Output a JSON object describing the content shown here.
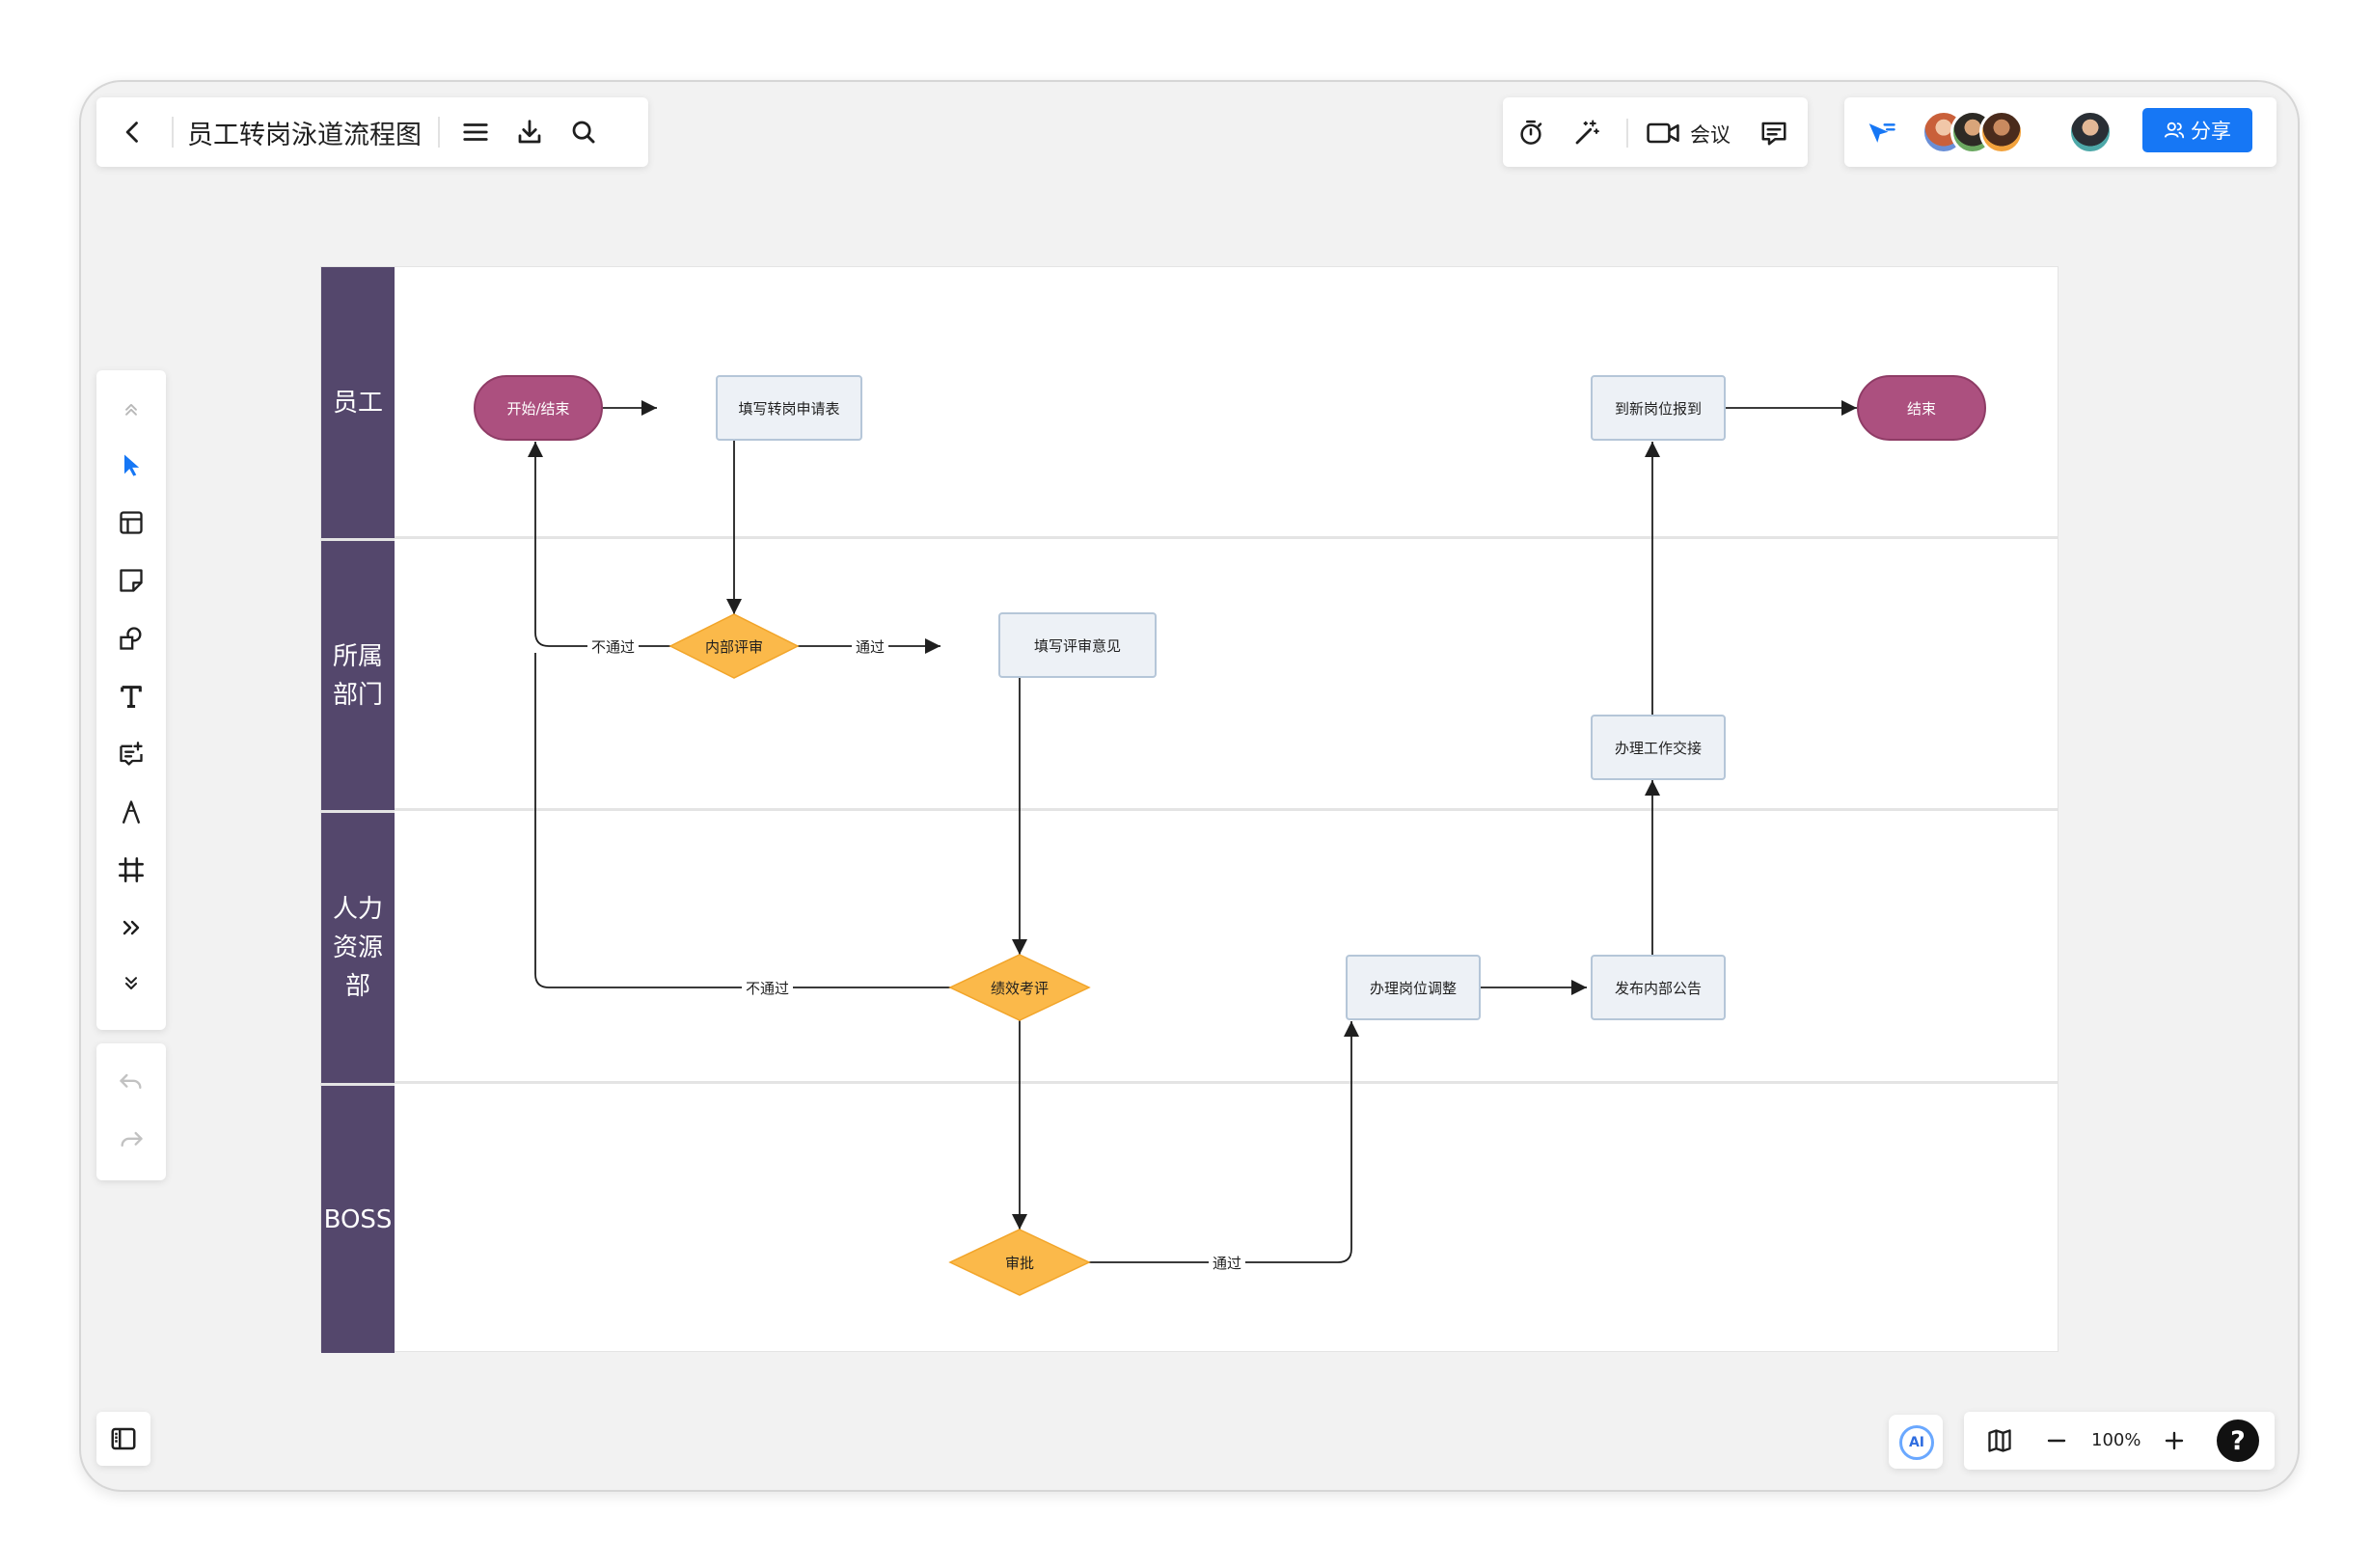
{
  "app": {
    "title": "员工转岗泳道流程图",
    "meeting_label": "会议",
    "share_label": "分享",
    "zoom": "100%",
    "help": "?",
    "ai_label": "AI"
  },
  "header_icons": {
    "left": [
      "back-icon",
      "menu-icon",
      "download-icon",
      "search-icon"
    ],
    "middle": [
      "timer-icon",
      "magic-wand-icon",
      "video-icon",
      "comment-icon"
    ],
    "right": [
      "follow-cursor-icon",
      "share-users-icon"
    ]
  },
  "toolbar": [
    "collapse-up-icon",
    "select-pointer-icon",
    "template-icon",
    "sticky-note-icon",
    "shapes-icon",
    "text-icon",
    "text-note-icon",
    "pen-icon",
    "frame-icon",
    "more-icon",
    "expand-down-icon"
  ],
  "history": [
    "undo-icon",
    "redo-icon"
  ],
  "bottom_bar": [
    "sidebar-toggle-icon",
    "minimap-icon",
    "zoom-out-icon",
    "zoom-in-icon"
  ],
  "colors": {
    "lane_header": "#54476c",
    "terminator": "#ac507f",
    "decision": "#fbb94a",
    "process_fill": "#edf1f6",
    "process_border": "#b5c6d8",
    "accent_blue": "#1677f5"
  },
  "lanes": [
    {
      "label": "员工"
    },
    {
      "label": "所属\n部门"
    },
    {
      "label": "人力\n资源\n部"
    },
    {
      "label": "BOSS"
    }
  ],
  "nodes": {
    "start": "开始/结束",
    "fill_application": "填写转岗申请表",
    "internal_review": "内部评审",
    "fill_review_opinion": "填写评审意见",
    "performance_review": "绩效考评",
    "boss_approval": "审批",
    "adjust_position": "办理岗位调整",
    "publish_notice": "发布内部公告",
    "handover": "办理工作交接",
    "report_new_post": "到新岗位报到",
    "end": "结束"
  },
  "edges": {
    "reject_1": "不通过",
    "pass_1": "通过",
    "reject_2": "不通过",
    "pass_2": "通过"
  }
}
